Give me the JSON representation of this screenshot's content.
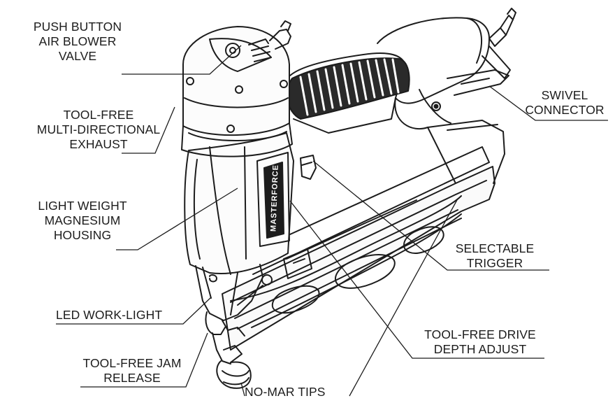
{
  "callouts": {
    "push_button": {
      "lines": [
        "PUSH BUTTON",
        "AIR BLOWER",
        "VALVE"
      ]
    },
    "exhaust": {
      "lines": [
        "TOOL-FREE",
        "MULTI-DIRECTIONAL",
        "EXHAUST"
      ]
    },
    "housing": {
      "lines": [
        "LIGHT WEIGHT",
        "MAGNESIUM",
        "HOUSING"
      ]
    },
    "led": {
      "lines": [
        "LED WORK-LIGHT"
      ]
    },
    "jam_release": {
      "lines": [
        "TOOL-FREE JAM",
        "RELEASE"
      ]
    },
    "no_mar": {
      "lines": [
        "NO-MAR TIPS"
      ]
    },
    "swivel": {
      "lines": [
        "SWIVEL",
        "CONNECTOR"
      ]
    },
    "trigger": {
      "lines": [
        "SELECTABLE",
        "TRIGGER"
      ]
    },
    "depth": {
      "lines": [
        "TOOL-FREE DRIVE",
        "DEPTH ADJUST"
      ]
    }
  },
  "brand_plate": {
    "text": "MASTERFORCE"
  },
  "colors": {
    "ink": "#1c1c1c",
    "background": "#ffffff",
    "grip": "#2a2a2a"
  }
}
